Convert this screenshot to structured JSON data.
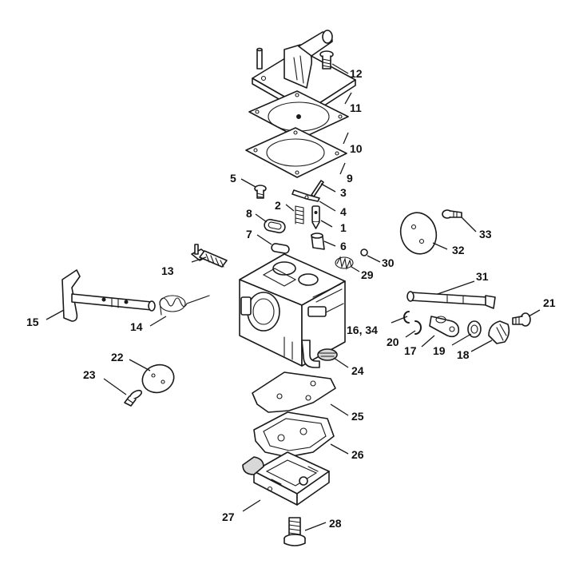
{
  "labels": [
    {
      "id": "12",
      "text": "12"
    },
    {
      "id": "11",
      "text": "11"
    },
    {
      "id": "10",
      "text": "10"
    },
    {
      "id": "9",
      "text": "9"
    },
    {
      "id": "5",
      "text": "5"
    },
    {
      "id": "3",
      "text": "3"
    },
    {
      "id": "2",
      "text": "2"
    },
    {
      "id": "4",
      "text": "4"
    },
    {
      "id": "8",
      "text": "8"
    },
    {
      "id": "1",
      "text": "1"
    },
    {
      "id": "7",
      "text": "7"
    },
    {
      "id": "6",
      "text": "6"
    },
    {
      "id": "30",
      "text": "30"
    },
    {
      "id": "29",
      "text": "29"
    },
    {
      "id": "13",
      "text": "13"
    },
    {
      "id": "33",
      "text": "33"
    },
    {
      "id": "32",
      "text": "32"
    },
    {
      "id": "31",
      "text": "31"
    },
    {
      "id": "21",
      "text": "21"
    },
    {
      "id": "15",
      "text": "15"
    },
    {
      "id": "14",
      "text": "14"
    },
    {
      "id": "16-34",
      "text": "16, 34"
    },
    {
      "id": "20",
      "text": "20"
    },
    {
      "id": "17",
      "text": "17"
    },
    {
      "id": "19",
      "text": "19"
    },
    {
      "id": "18",
      "text": "18"
    },
    {
      "id": "22",
      "text": "22"
    },
    {
      "id": "23",
      "text": "23"
    },
    {
      "id": "24",
      "text": "24"
    },
    {
      "id": "25",
      "text": "25"
    },
    {
      "id": "26",
      "text": "26"
    },
    {
      "id": "27",
      "text": "27"
    },
    {
      "id": "28",
      "text": "28"
    }
  ]
}
